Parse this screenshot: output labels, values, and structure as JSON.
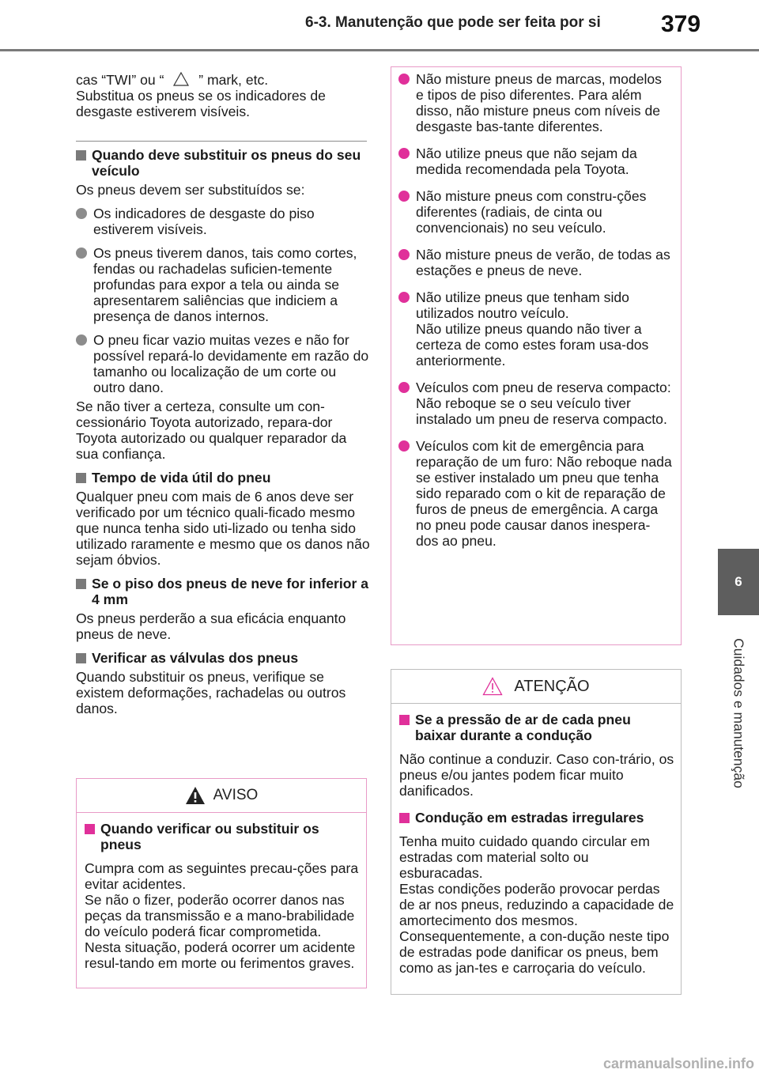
{
  "header": {
    "title": "6-3. Manutenção que pode ser feita por si",
    "page": "379"
  },
  "side_tab": {
    "number": "6",
    "label": "Cuidados e manutenção"
  },
  "left": {
    "intro": [
      "cas “TWI” ou “",
      "” mark, etc.",
      "Substitua os pneus se os indicadores de desgaste estiverem visíveis."
    ],
    "h1": "Quando deve substituir os pneus do seu veículo",
    "p1": "Os pneus devem ser substituídos se:",
    "b1": "Os indicadores de desgaste do piso estiverem visíveis.",
    "b2": "Os pneus tiverem danos, tais como cortes, fendas ou rachadelas suficien-temente profundas para expor a tela ou ainda se apresentarem saliências que indiciem a presença de danos internos.",
    "b3": "O pneu ficar vazio muitas vezes e não for possível repará-lo devidamente em razão do tamanho ou localização de um corte ou outro dano.",
    "p2": "Se não tiver a certeza, consulte um con-cessionário Toyota autorizado, repara-dor Toyota autorizado ou qualquer reparador da sua confiança.",
    "h2": "Tempo de vida útil do pneu",
    "p3": "Qualquer pneu com mais de 6 anos deve ser verificado por um técnico quali-ficado mesmo que nunca tenha sido uti-lizado ou tenha sido utilizado raramente e mesmo que os danos não sejam óbvios.",
    "h3": "Se o piso dos pneus de neve for inferior a 4 mm",
    "p4": "Os pneus perderão a sua eficácia enquanto pneus de neve.",
    "h4": "Verificar as válvulas dos pneus",
    "p5": "Quando substituir os pneus, verifique se existem deformações, rachadelas ou outros danos."
  },
  "right": {
    "b1": "Não misture pneus de marcas, modelos e tipos de piso diferentes. Para além disso, não misture pneus com níveis de desgaste bas-tante diferentes.",
    "b2": "Não utilize pneus que não sejam da medida recomendada pela Toyota.",
    "b3": "Não misture pneus com constru-ções diferentes (radiais, de cinta ou convencionais) no seu veículo.",
    "b4": "Não misture pneus de verão, de todas as estações e pneus de neve.",
    "b5a": "Não utilize pneus que tenham sido utilizados noutro veículo.",
    "b5b": "Não utilize pneus quando não tiver a certeza de como estes foram usa-dos anteriormente.",
    "b6": "Veículos com pneu de reserva compacto: Não reboque se o seu veículo tiver instalado um pneu de reserva compacto.",
    "b7": "Veículos com kit de emergência para reparação de um furo: Não reboque nada se estiver instalado um pneu que tenha sido reparado com o kit de reparação de furos de pneus de emergência. A carga no pneu pode causar danos inespera-dos ao pneu."
  },
  "aviso": {
    "title": "AVISO",
    "h": "Quando verificar ou substituir os pneus",
    "p1": "Cumpra com as seguintes precau-ções para evitar acidentes.",
    "p2": "Se não o fizer, poderão ocorrer danos nas peças da transmissão e a mano-brabilidade do veículo poderá ficar comprometida. Nesta situação, poderá ocorrer um acidente resul-tando em morte ou ferimentos graves."
  },
  "atencao": {
    "title": "ATENÇÃO",
    "h1": "Se a pressão de ar de cada pneu baixar durante a condução",
    "p1": "Não continue a conduzir. Caso con-trário, os pneus e/ou jantes podem ficar muito danificados.",
    "h2": "Condução em estradas irregulares",
    "p2a": "Tenha muito cuidado quando circular em estradas com material solto ou esburacadas.",
    "p2b": "Estas condições poderão provocar perdas de ar nos pneus, reduzindo a capacidade de amortecimento dos mesmos. Consequentemente, a con-dução neste tipo de estradas pode danificar os pneus, bem como as jan-tes e carroçaria do veículo."
  },
  "watermark": "carmanualsonline.info"
}
